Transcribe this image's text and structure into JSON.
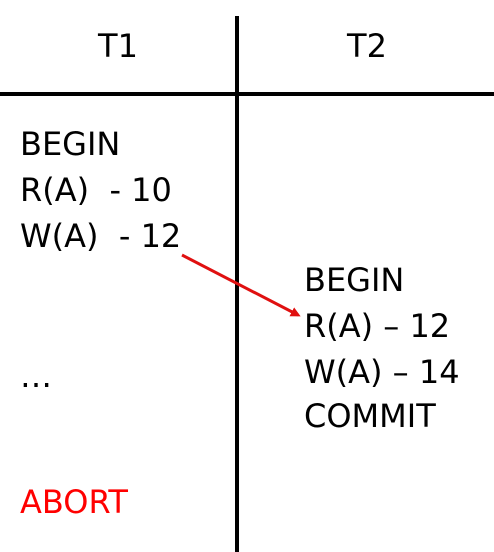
{
  "columns": {
    "t1": {
      "header": "T1",
      "statements": [
        "BEGIN",
        "R(A)  - 10",
        "W(A)  - 12",
        "…",
        "ABORT"
      ]
    },
    "t2": {
      "header": "T2",
      "statements": [
        "BEGIN",
        "R(A) – 12",
        "W(A) – 14",
        "COMMIT"
      ]
    }
  },
  "colors": {
    "text": "#000000",
    "abort": "#ff0000",
    "arrow": "#e01010",
    "lines": "#000000"
  }
}
